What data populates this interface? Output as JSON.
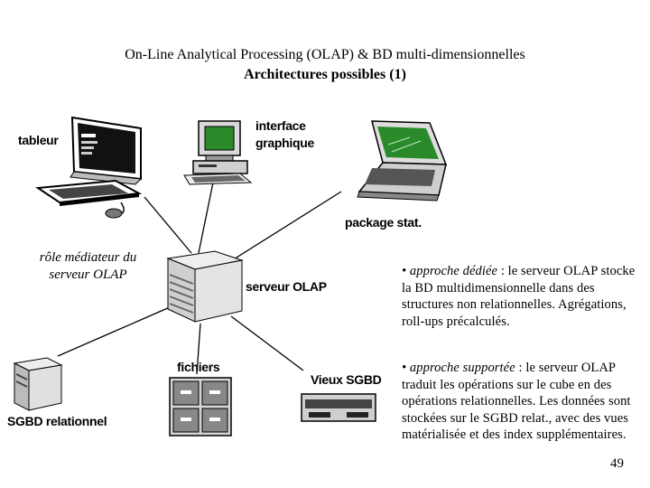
{
  "slide": {
    "title_line1": "On-Line Analytical Processing (OLAP) & BD multi-dimensionnelles",
    "title_line2": "Architectures possibles (1)",
    "page_number": "49"
  },
  "nodes": {
    "tableur": "tableur",
    "interface": "interface graphique",
    "package": "package stat.",
    "serveur": "serveur OLAP",
    "fichiers": "fichiers",
    "vieux_sgbd": "Vieux SGBD",
    "sgbd_relationnel": "SGBD relationnel"
  },
  "role_text": "rôle médiateur du serveur OLAP",
  "bullets": [
    {
      "term": "• approche dédiée",
      "text": " : le serveur OLAP stocke la BD multidimensionnelle dans des structures non relationnelles. Agrégations, roll-ups précalculés."
    },
    {
      "term": "• approche supportée",
      "text": " : le serveur OLAP traduit les opérations sur le cube en des opérations relationnelles. Les données sont stockées sur le SGBD relat., avec des vues matérialisée et des index supplémentaires."
    }
  ]
}
